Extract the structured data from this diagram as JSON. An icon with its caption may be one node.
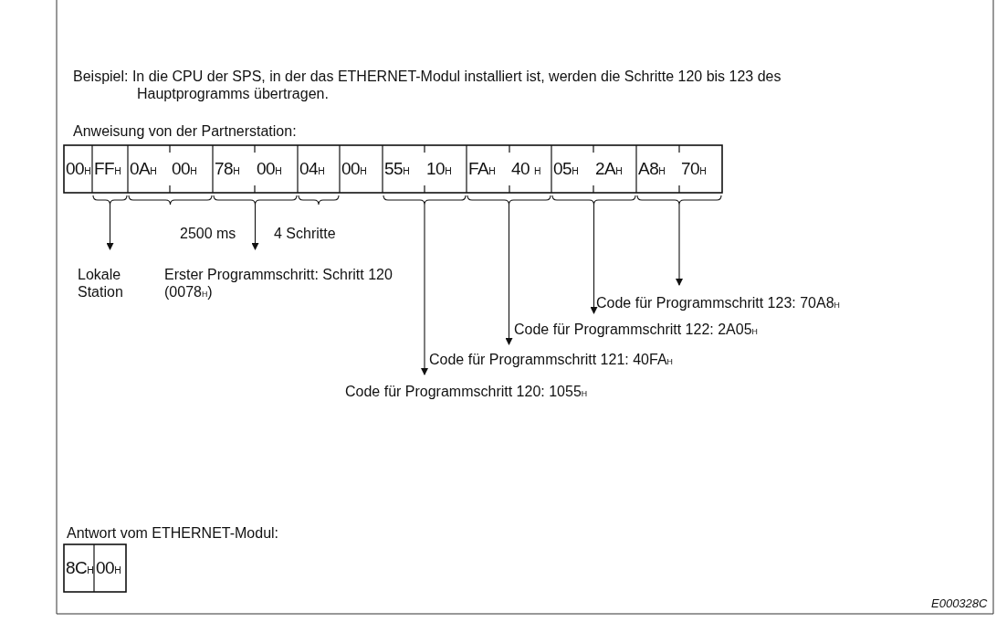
{
  "diagram": {
    "nodes": [
      {
        "text": [
          "00$_{H}$"
        ]
      },
      {
        "text": [
          "FF$_{H}$"
        ]
      },
      {
        "text": [
          "0A$_{H}$"
        ]
      },
      {
        "text": [
          "00$_{H}$"
        ]
      },
      {
        "text": [
          "78$_{H}$"
        ]
      },
      {
        "text": [
          "00$_{H}$"
        ]
      },
      {
        "text": [
          "04$_{H}$"
        ]
      },
      {
        "text": [
          "00$_{H}$"
        ]
      },
      {
        "text": [
          "55$_{H}$"
        ]
      },
      {
        "text": [
          "10$_{H}$"
        ]
      },
      {
        "text": [
          "FA$_{H}$"
        ]
      },
      {
        "text": [
          "40 $_{H}$"
        ]
      },
      {
        "text": [
          "05$_{H}$"
        ]
      },
      {
        "text": [
          "2A$_{H}$"
        ]
      },
      {
        "text": [
          "A8$_{H}$"
        ]
      },
      {
        "text": [
          "70$_{H}$"
        ]
      },
      {
        "text": [
          "Lokale Station"
        ]
      },
      {
        "text": [
          "Erster Programmschritt: Schritt 120 (0078$_{H}$)"
        ]
      },
      {
        "text": [
          "Code für Programmschritt 123: 70A8$_{H}$"
        ]
      },
      {
        "text": [
          "Code für Programmschritt 122: 2A05$_{H}$"
        ]
      },
      {
        "text": [
          "Code für Programmschritt 121: 40FA$_{H}$"
        ]
      },
      {
        "text": [
          "Code für Programmschritt 120: 1055$_{H}$"
        ]
      },
      {
        "text": [
          "8C$_{H}$"
        ]
      },
      {
        "text": [
          "00$_{H}$"
        ]
      }
    ],
    "edges": [
      {
        "from": null,
        "to": 16,
        "arrow": "to"
      },
      {
        "from": null,
        "to": 17,
        "arrow": "to"
      },
      {
        "from": null,
        "to": 21,
        "arrow": "to"
      },
      {
        "from": null,
        "to": 20,
        "arrow": "to"
      },
      {
        "from": null,
        "to": 19,
        "arrow": "to"
      },
      {
        "from": null,
        "to": 18,
        "arrow": "to"
      }
    ],
    "labels": [
      "Beispiel: In die CPU der SPS, in der das ETHERNET-Modul installiert ist, werden die Schritte 120 bis 123 des Hauptprogramms übertragen.",
      "Anweisung von der Partnerstation:",
      "2500 ms",
      "4 Schritte",
      "Antwort vom ETHERNET-Modul:",
      "E000328C"
    ]
  }
}
